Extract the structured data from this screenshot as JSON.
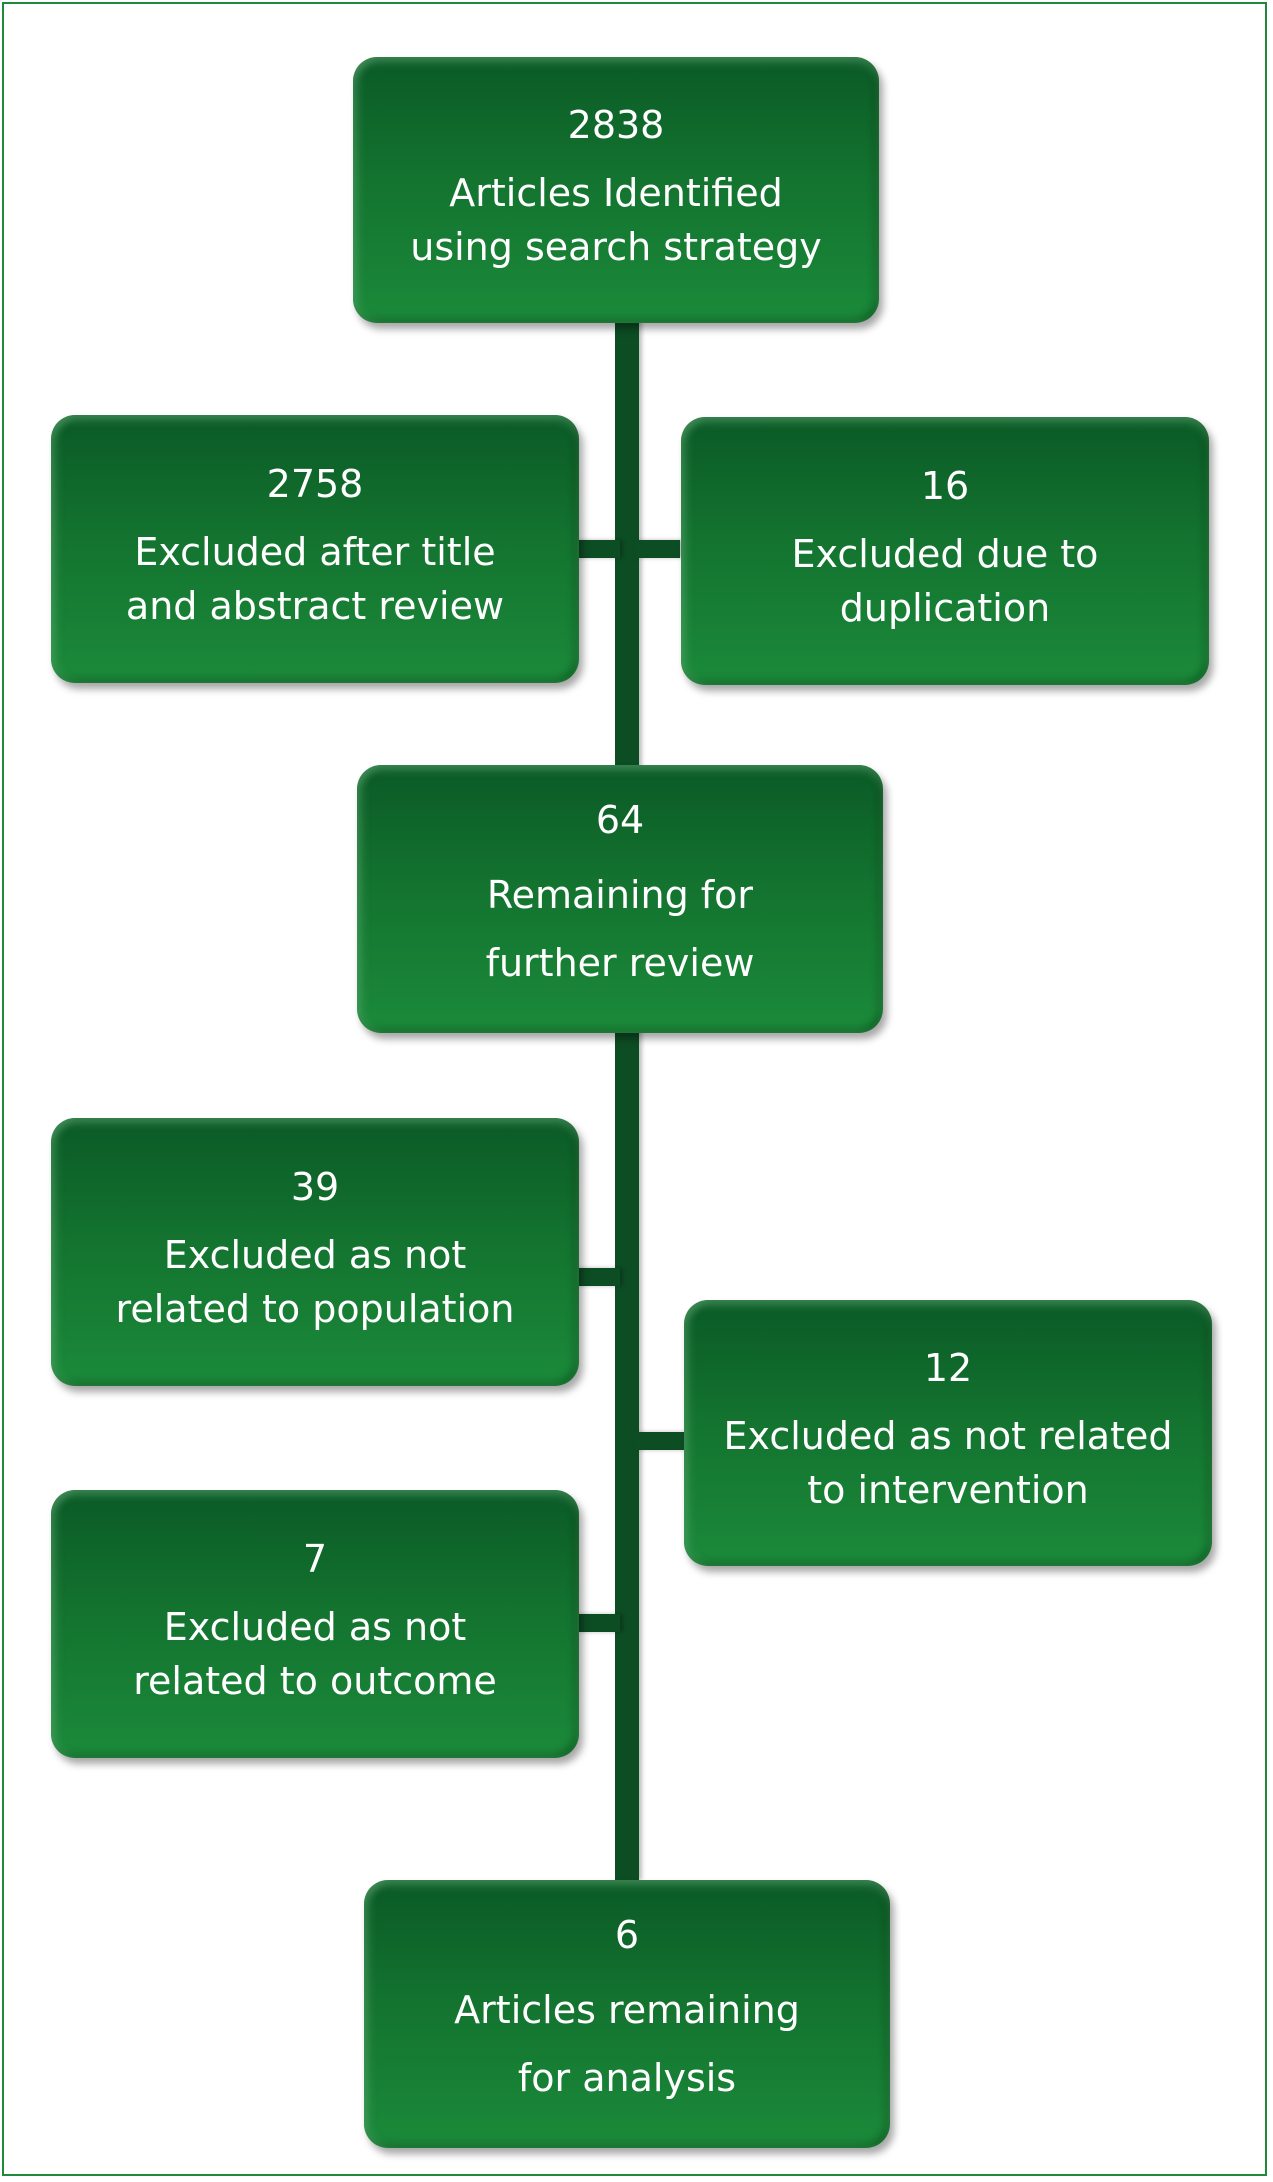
{
  "flowchart": {
    "identified": {
      "count": "2838",
      "label": "Articles Identified\nusing search strategy"
    },
    "excluded_title_abstract": {
      "count": "2758",
      "label": "Excluded after title\nand abstract review"
    },
    "excluded_duplication": {
      "count": "16",
      "label": "Excluded due to\nduplication"
    },
    "remaining_review": {
      "count": "64",
      "label": "Remaining for\nfurther review"
    },
    "excluded_population": {
      "count": "39",
      "label": "Excluded as not\nrelated to population"
    },
    "excluded_intervention": {
      "count": "12",
      "label": "Excluded as not related\nto intervention"
    },
    "excluded_outcome": {
      "count": "7",
      "label": "Excluded as not\nrelated to outcome"
    },
    "remaining_analysis": {
      "count": "6",
      "label": "Articles remaining\nfor analysis"
    }
  },
  "colors": {
    "box_dark": "#0b5a26",
    "box_light": "#1b8a3a",
    "connector": "#0d4d24",
    "frame": "#1f8a3c",
    "text": "#ffffff"
  }
}
